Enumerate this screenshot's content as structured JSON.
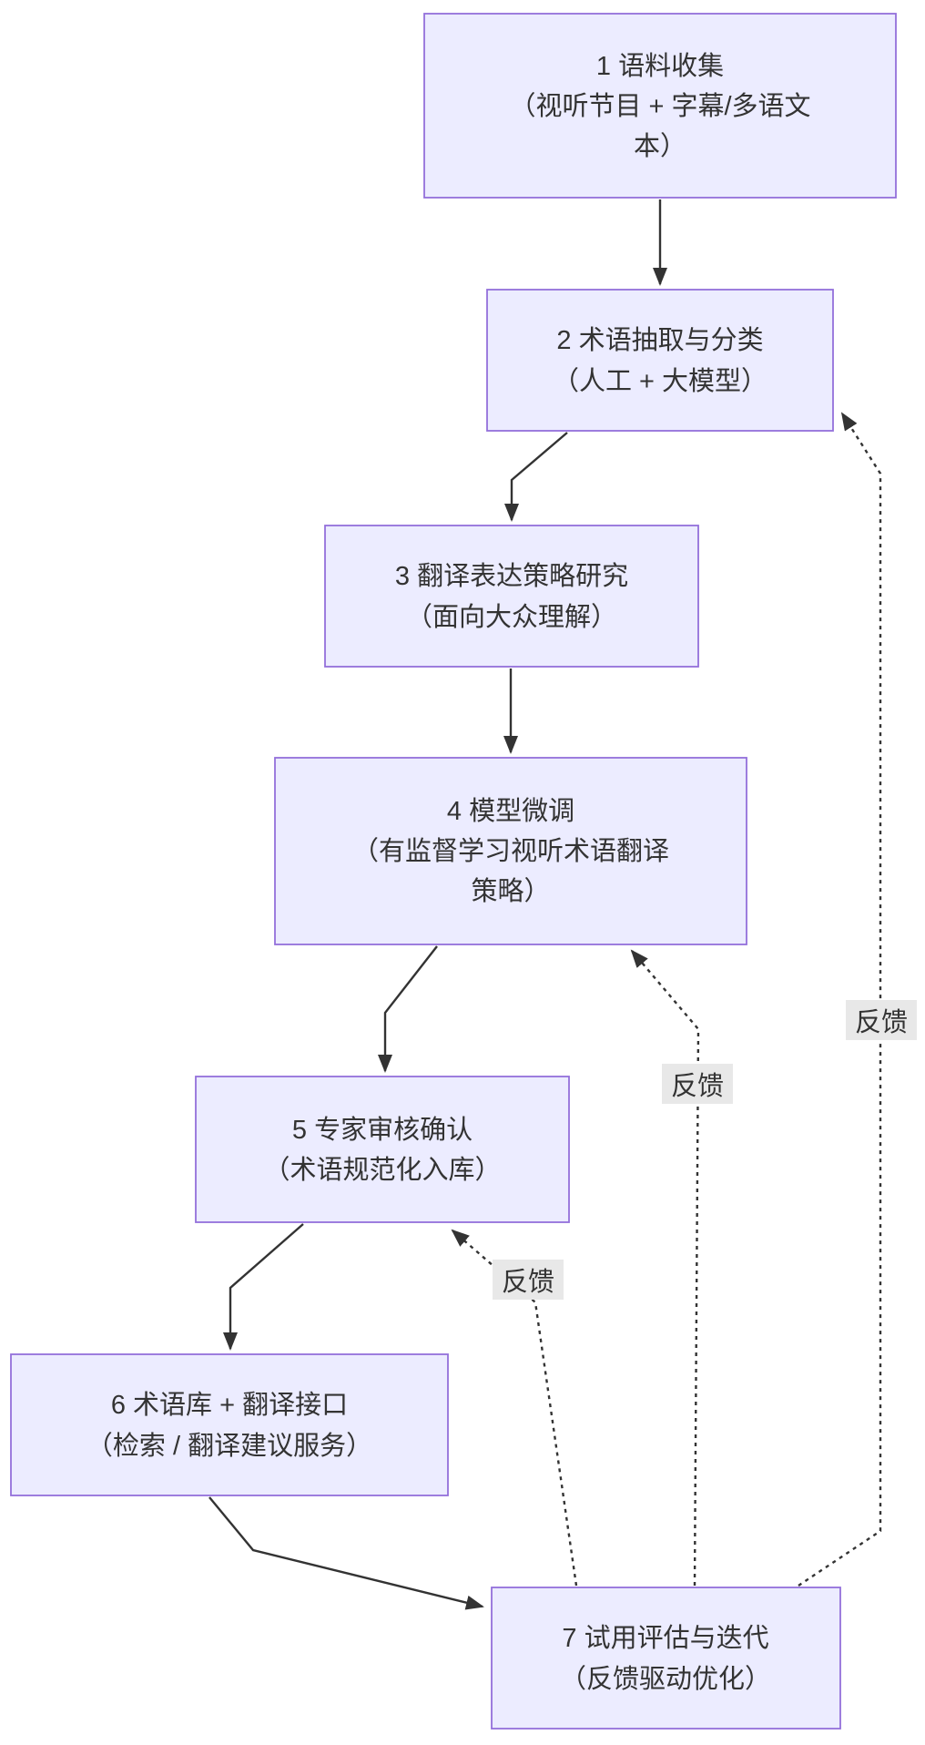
{
  "diagram": {
    "type": "flowchart",
    "direction": "top-down",
    "colors": {
      "background": "#ffffff",
      "node_fill": "#ECECFF",
      "node_border": "#9370DB",
      "edge": "#333333",
      "edge_label_bg": "#e8e8e8",
      "text": "#333333"
    },
    "nodes": [
      {
        "id": "step1",
        "lines": [
          "1 语料收集",
          "（视听节目 + 字幕/多语文",
          "本）"
        ]
      },
      {
        "id": "step2",
        "lines": [
          "2 术语抽取与分类",
          "（人工 + 大模型）"
        ]
      },
      {
        "id": "step3",
        "lines": [
          "3 翻译表达策略研究",
          "（面向大众理解）"
        ]
      },
      {
        "id": "step4",
        "lines": [
          "4 模型微调",
          "（有监督学习视听术语翻译",
          "策略）"
        ]
      },
      {
        "id": "step5",
        "lines": [
          "5 专家审核确认",
          "（术语规范化入库）"
        ]
      },
      {
        "id": "step6",
        "lines": [
          "6 术语库 + 翻译接口",
          "（检索 / 翻译建议服务）"
        ]
      },
      {
        "id": "step7",
        "lines": [
          "7 试用评估与迭代",
          "（反馈驱动优化）"
        ]
      }
    ],
    "flow_edges": [
      {
        "from": "step1",
        "to": "step2",
        "style": "solid"
      },
      {
        "from": "step2",
        "to": "step3",
        "style": "solid"
      },
      {
        "from": "step3",
        "to": "step4",
        "style": "solid"
      },
      {
        "from": "step4",
        "to": "step5",
        "style": "solid"
      },
      {
        "from": "step5",
        "to": "step6",
        "style": "solid"
      },
      {
        "from": "step6",
        "to": "step7",
        "style": "solid"
      }
    ],
    "feedback_edges": [
      {
        "from": "step7",
        "to": "step5",
        "label": "反馈",
        "style": "dotted"
      },
      {
        "from": "step7",
        "to": "step4",
        "label": "反馈",
        "style": "dotted"
      },
      {
        "from": "step7",
        "to": "step2",
        "label": "反馈",
        "style": "dotted"
      }
    ]
  }
}
